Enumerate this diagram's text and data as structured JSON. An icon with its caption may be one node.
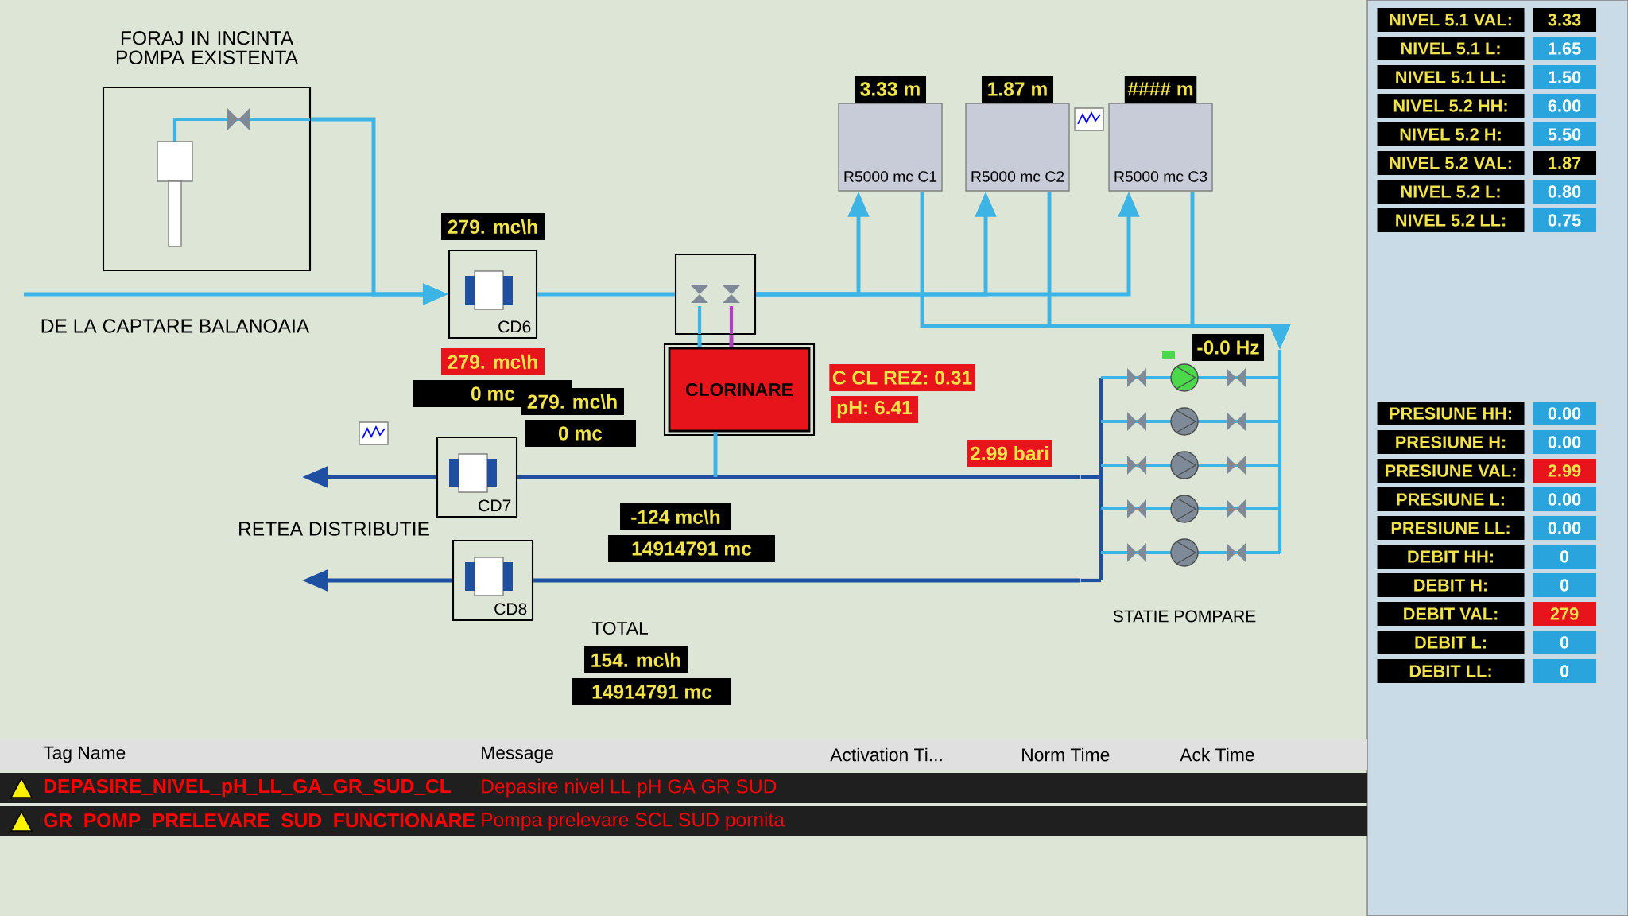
{
  "diagram": {
    "nodes": [
      {
        "text": [
          "FORAJ IN INCINTA POMPA EXISTENTA"
        ]
      },
      {
        "text": [
          "CD6"
        ],
        "beside": [
          "279. mc\\h",
          "279. mc\\h",
          "0 mc"
        ]
      },
      {
        "text": [],
        "shape": "box"
      },
      {
        "text": [
          "CLORINARE"
        ],
        "beside": [
          "C CL REZ: 0.31",
          "pH: 6.41"
        ]
      },
      {
        "text": [
          "R5000 mc C1"
        ],
        "beside": [
          "3.33 m"
        ]
      },
      {
        "text": [
          "R5000 mc C2"
        ],
        "beside": [
          "1.87 m"
        ]
      },
      {
        "text": [
          "R5000 mc C3"
        ],
        "beside": [
          "#### m"
        ]
      },
      {
        "text": [
          "STATIE POMPARE"
        ]
      },
      {
        "text": [
          "CD7"
        ],
        "beside": [
          "279. mc\\h",
          "0 mc"
        ]
      },
      {
        "text": [
          "CD8"
        ],
        "beside": [
          "-124 mc\\h",
          "14914791 mc"
        ]
      }
    ],
    "edges": [
      {
        "from": null,
        "to": 1,
        "arrow": "to"
      },
      {
        "from": 0,
        "to": 1,
        "arrow": "to"
      },
      {
        "from": 1,
        "to": 2,
        "arrow": "none"
      },
      {
        "from": 2,
        "to": 3,
        "arrow": "none"
      },
      {
        "from": 3,
        "to": 2,
        "arrow": "none",
        "color": "#b040c0"
      },
      {
        "from": 2,
        "to": 4,
        "arrow": "to"
      },
      {
        "from": 2,
        "to": 5,
        "arrow": "to"
      },
      {
        "from": 2,
        "to": 6,
        "arrow": "to"
      },
      {
        "from": 4,
        "to": 7,
        "arrow": "to"
      },
      {
        "from": 5,
        "to": 7,
        "arrow": "to"
      },
      {
        "from": 6,
        "to": 7,
        "arrow": "to"
      },
      {
        "from": 7,
        "to": 8,
        "arrow": "none",
        "color": "#1f4fa0"
      },
      {
        "from": 7,
        "to": 9,
        "arrow": "none",
        "color": "#1f4fa0"
      },
      {
        "from": 8,
        "to": null,
        "arrow": "to",
        "color": "#1f4fa0"
      },
      {
        "from": 9,
        "to": null,
        "arrow": "to",
        "color": "#1f4fa0"
      },
      {
        "from": 3,
        "to": null,
        "arrow": "none"
      }
    ],
    "labels": [
      "DE LA CAPTARE BALANOAIA",
      "RETEA DISTRIBUTIE",
      "TOTAL",
      "154. mc\\h",
      "14914791 mc",
      "NIVEL 5.1 VAL:",
      "3.33",
      "NIVEL 5.1 L:",
      "1.65",
      "NIVEL 5.1 LL:",
      "1.50",
      "NIVEL 5.2 HH:",
      "6.00",
      "NIVEL 5.2 H:",
      "5.50",
      "NIVEL 5.2 VAL:",
      "1.87",
      "NIVEL 5.2 L:",
      "0.80",
      "NIVEL 5.2 LL:",
      "0.75",
      "PRESIUNE HH:",
      "0.00",
      "PRESIUNE H:",
      "0.00",
      "PRESIUNE VAL:",
      "2.99",
      "PRESIUNE L:",
      "0.00",
      "PRESIUNE LL:",
      "0.00",
      "DEBIT HH:",
      "0",
      "DEBIT H:",
      "0",
      "DEBIT VAL:",
      "279",
      "DEBIT L:",
      "0",
      "DEBIT LL:",
      "0",
      "Tag Name",
      "Message",
      "Activation Ti...",
      "Norm Time",
      "Ack Time",
      "DEPASIRE_NIVEL_pH_LL_GA_GR_SUD_CL",
      "Depasire nivel LL pH GA GR SUD",
      "GR_POMP_PRELEVARE_SUD_FUNCTIONARE",
      "Pompa prelevare SCL SUD pornita",
      "-0.0 Hz",
      "2.99 bari"
    ]
  }
}
